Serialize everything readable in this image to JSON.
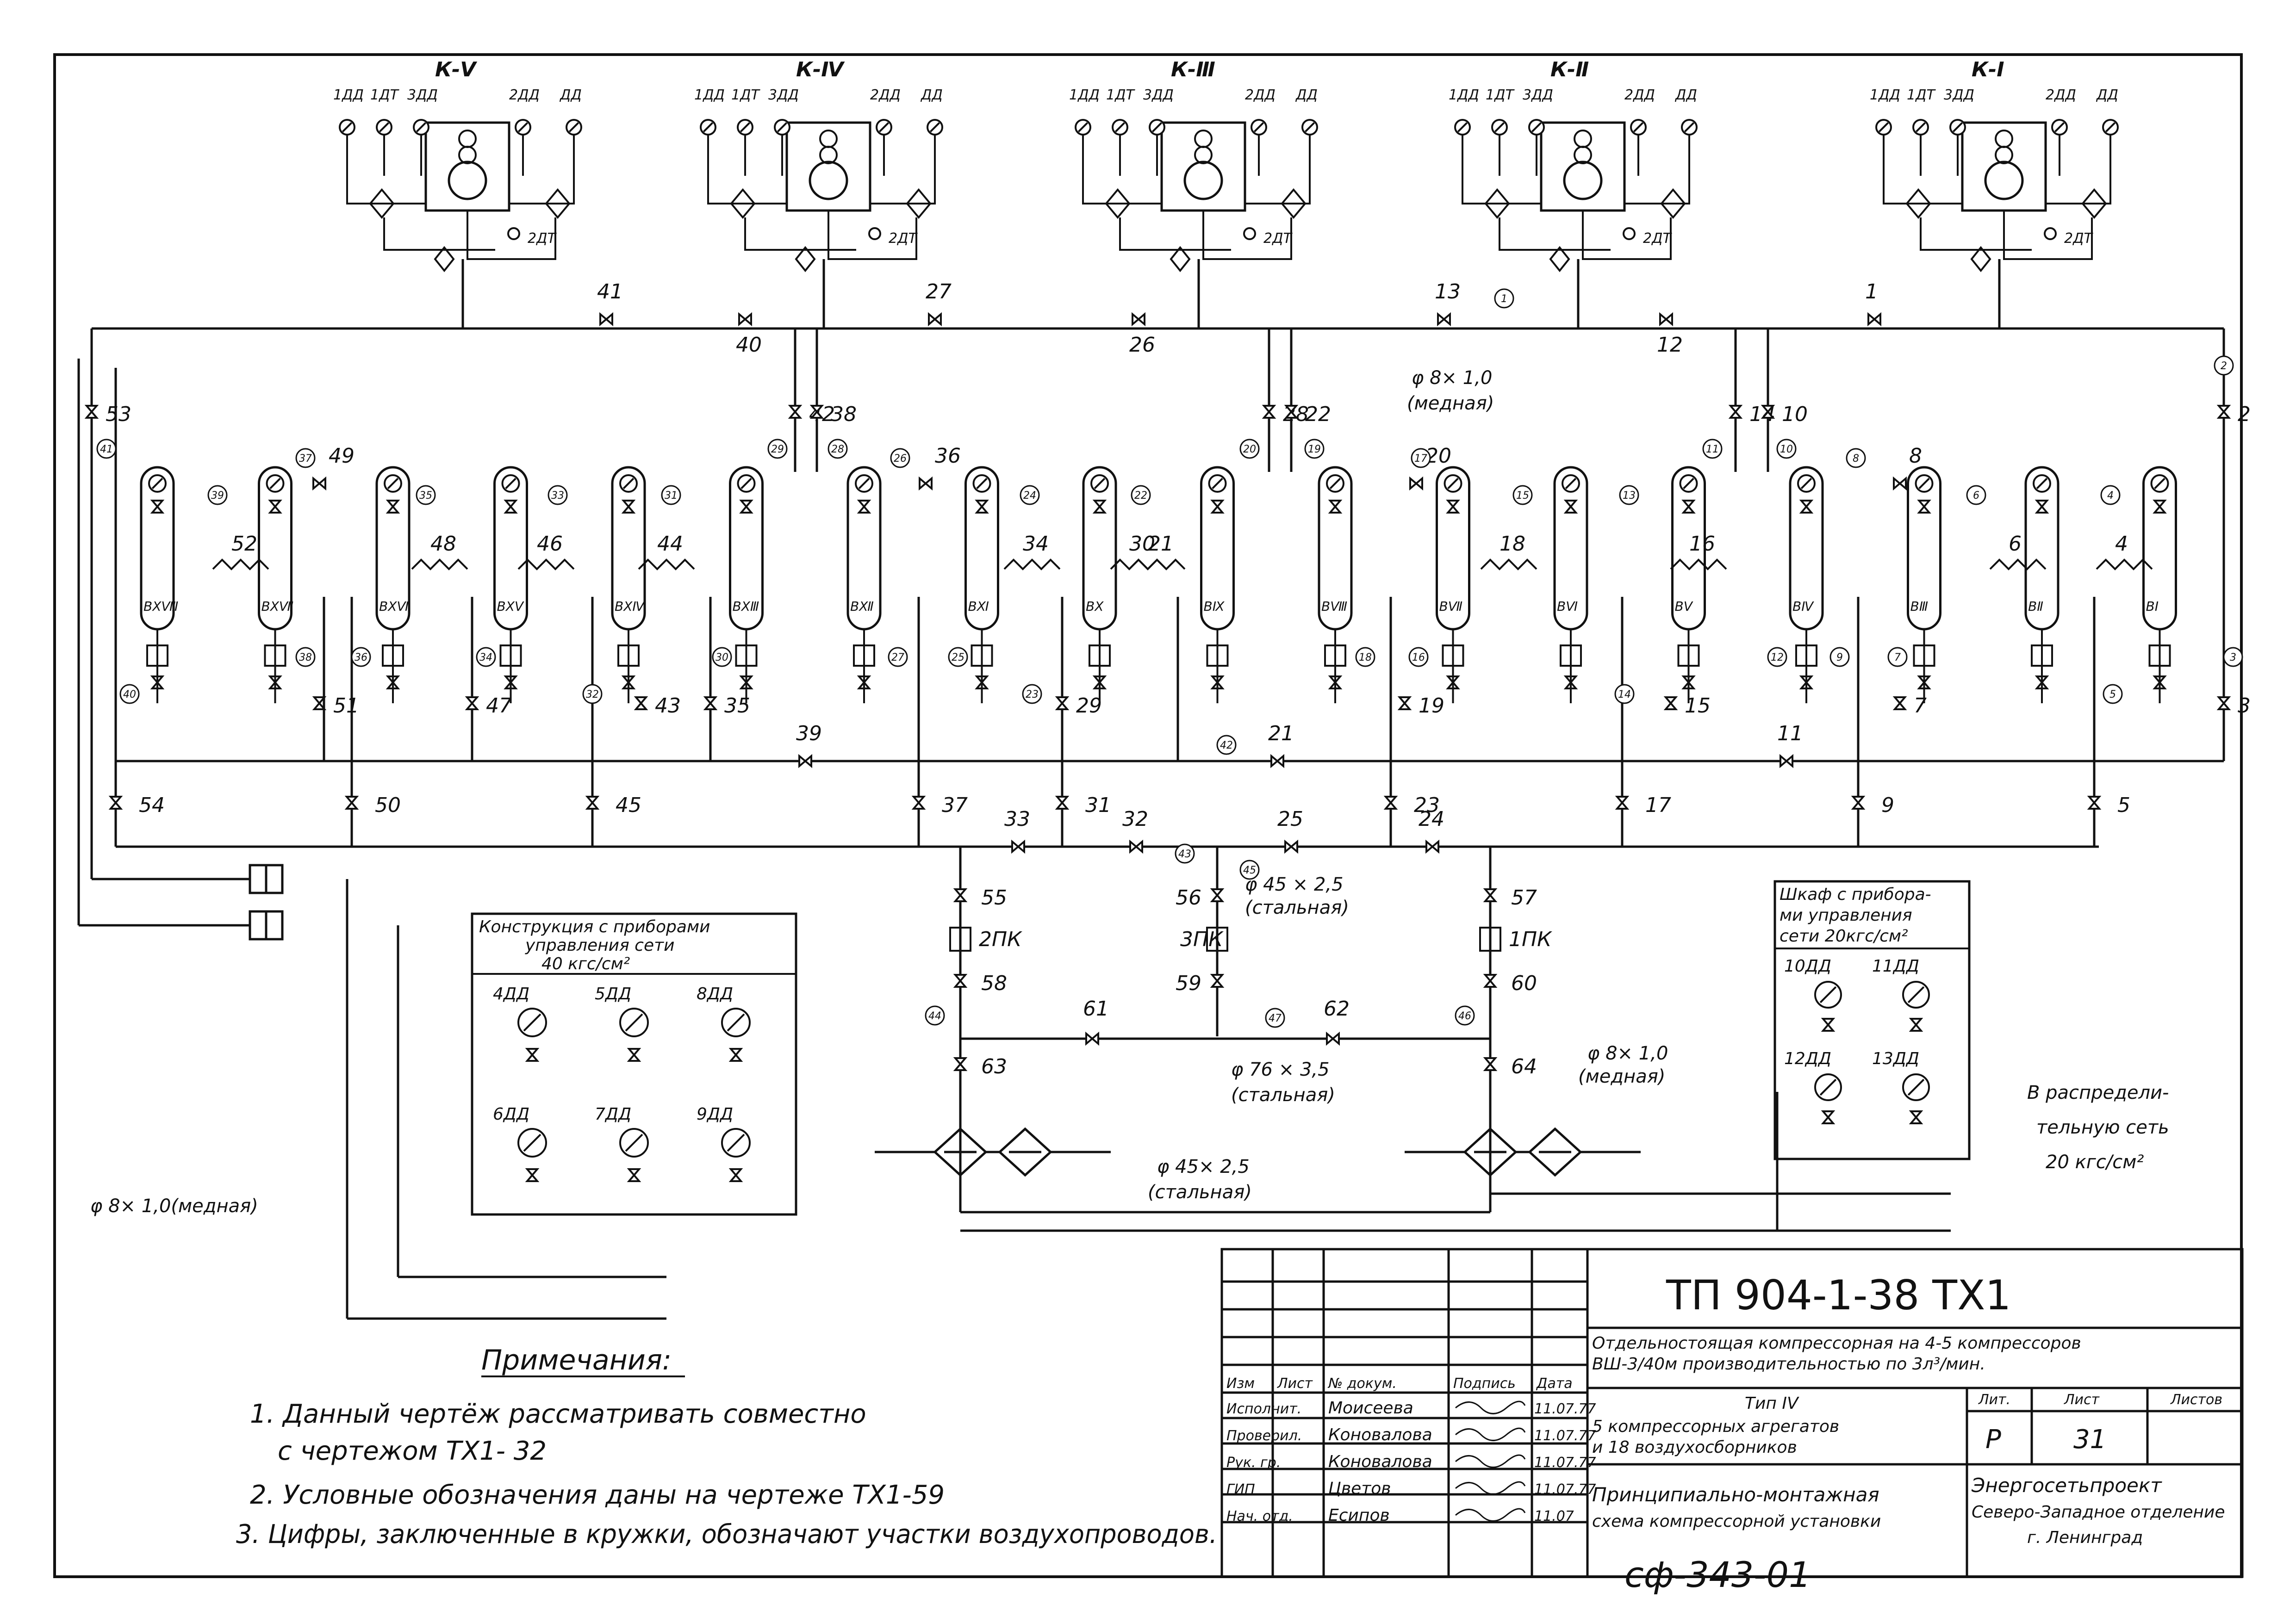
{
  "compressors": [
    {
      "label": "К-Ⅴ",
      "gauges": [
        "1ДД",
        "1ДТ",
        "3ДД",
        "2ДД",
        "ДД"
      ],
      "sensor": "2ДТ"
    },
    {
      "label": "К-Ⅳ",
      "gauges": [
        "1ДД",
        "1ДТ",
        "3ДД",
        "2ДД",
        "ДД"
      ],
      "sensor": "2ДТ"
    },
    {
      "label": "К-Ⅲ",
      "gauges": [
        "1ДД",
        "1ДТ",
        "3ДД",
        "2ДД",
        "ДД"
      ],
      "sensor": "2ДТ"
    },
    {
      "label": "К-Ⅱ",
      "gauges": [
        "1ДД",
        "1ДТ",
        "3ДД",
        "2ДД",
        "ДД"
      ],
      "sensor": "2ДТ"
    },
    {
      "label": "К-Ⅰ",
      "gauges": [
        "1ДД",
        "1ДТ",
        "3ДД",
        "2ДД",
        "ДД"
      ],
      "sensor": "2ДТ"
    }
  ],
  "receivers": [
    "ВⅩⅧ",
    "ВⅩⅦ",
    "ВⅩⅥ",
    "ВⅩⅤ",
    "ВⅩⅣ",
    "ВⅩⅢ",
    "ВⅫ",
    "ВⅪ",
    "ВⅩ",
    "ВⅨ",
    "ВⅧ",
    "ВⅦ",
    "ВⅥ",
    "ВⅤ",
    "ВⅣ",
    "ВⅢ",
    "ВⅡ",
    "ВⅠ"
  ],
  "header_valves": [
    "41",
    "40",
    "27",
    "26",
    "13",
    "12",
    "1"
  ],
  "header_circles": [
    "1"
  ],
  "riser_valves_top": [
    "42",
    "38",
    "28",
    "22",
    "14",
    "10",
    "53",
    "2"
  ],
  "riser_circles_top": [
    "2",
    "29",
    "28",
    "20",
    "19",
    "11",
    "10",
    "41"
  ],
  "receiver_top_valves": [
    "49",
    "36",
    "20",
    "8"
  ],
  "receiver_top_circles": [
    "37",
    "26",
    "17",
    "8"
  ],
  "receiver_bottom_valves": [
    "51",
    "47",
    "43",
    "35",
    "29",
    "19",
    "15",
    "7",
    "3"
  ],
  "receiver_bottom_circles": [
    "38",
    "36",
    "34",
    "30",
    "27",
    "25",
    "18",
    "16",
    "12",
    "9",
    "7",
    "3"
  ],
  "flex_labels": [
    "52",
    "48",
    "46",
    "44",
    "34",
    "30",
    "21",
    "18",
    "16",
    "6",
    "4"
  ],
  "flex_circles": [
    "39",
    "35",
    "33",
    "31",
    "24",
    "22",
    "15",
    "13",
    "6",
    "4",
    "23",
    "14",
    "5",
    "32",
    "40"
  ],
  "collector_valves": [
    "39",
    "21",
    "11"
  ],
  "collector_circles": [
    "42"
  ],
  "branch_valves": [
    "54",
    "50",
    "45",
    "37",
    "31",
    "23",
    "17",
    "9",
    "5"
  ],
  "main_line_valves": [
    "33",
    "32",
    "25",
    "24"
  ],
  "main_line_circles": [
    "43",
    "45"
  ],
  "drier_lines": [
    {
      "top": "55",
      "pk": "2ПК",
      "bottom": "58",
      "circle": "44",
      "out": "63"
    },
    {
      "top": "56",
      "pk": "3ПК",
      "bottom": "59"
    },
    {
      "top": "57",
      "pk": "1ПК",
      "bottom": "60",
      "circle": "46",
      "out": "64"
    }
  ],
  "cross_valves": [
    "61",
    "62"
  ],
  "cross_circles": [
    "47"
  ],
  "pipes": {
    "copper_header": "φ 8× 1,0",
    "copper_label": "(медная)",
    "steel_45": "φ 45 × 2,5",
    "steel_45_b": "φ 45× 2,5",
    "steel_label": "(стальная)",
    "steel_76": "φ 76 × 3,5",
    "copper_mid": "φ 8× 1,0",
    "copper_left": "φ 8× 1,0(медная)"
  },
  "panel_left": {
    "title_line1": "Конструкция с приборами",
    "title_line2": "управления сети",
    "title_line3": "40 кгс/см²",
    "gauges": [
      "4ДД",
      "5ДД",
      "8ДД",
      "6ДД",
      "7ДД",
      "9ДД"
    ]
  },
  "panel_right": {
    "title_line1": "Шкаф с прибора-",
    "title_line2": "ми управления",
    "title_line3": "сети 20кгс/см²",
    "gauges": [
      "10ДД",
      "11ДД",
      "12ДД",
      "13ДД"
    ]
  },
  "distribution": {
    "line1": "В распредели-",
    "line2": "тельную сеть",
    "line3": "20 кгс/см²"
  },
  "notes": {
    "title": "Примечания:",
    "items": [
      "1. Данный чертёж рассматривать совместно",
      "с чертежом ТХ1- 32",
      "2. Условные обозначения даны на чертеже ТХ1-59",
      "3. Цифры, заключенные в кружки, обозначают участки воздухопроводов."
    ]
  },
  "title_block": {
    "code": "ТП 904-1-38  ТХ1",
    "description_line1": "Отдельностоящая компрессорная на 4-5 компрессоров",
    "description_line2": "ВШ-3/40м производительностью по 3л³/мин.",
    "type": "Тип IV",
    "contents_line1": "5 компрессорных агрегатов",
    "contents_line2": "и 18 воздухосборников",
    "drawing_line1": "Принципиально-монтажная",
    "drawing_line2": "схема компрессорной установки",
    "headers": [
      "Изм",
      "Лист",
      "№ докум.",
      "Подпись",
      "Дата"
    ],
    "people": [
      {
        "role": "Исполнит.",
        "name": "Моисеева",
        "date": "11.07.77"
      },
      {
        "role": "Проверил.",
        "name": "Коновалова",
        "date": "11.07.77"
      },
      {
        "role": "Рук. гр.",
        "name": "Коновалова",
        "date": "11.07.77"
      },
      {
        "role": "ГИП",
        "name": "Цветов",
        "date": "11.07.77"
      },
      {
        "role": "Нач. отд.",
        "name": "Есипов",
        "date": "11.07"
      }
    ],
    "stage_headers": [
      "Лит.",
      "Лист",
      "Листов"
    ],
    "stage": "Р",
    "sheet": "31",
    "org_line1": "Энергосетьпроект",
    "org_line2": "Северо-Западное отделение",
    "org_line3": "г. Ленинград"
  },
  "archive_code": "сф-343-01"
}
